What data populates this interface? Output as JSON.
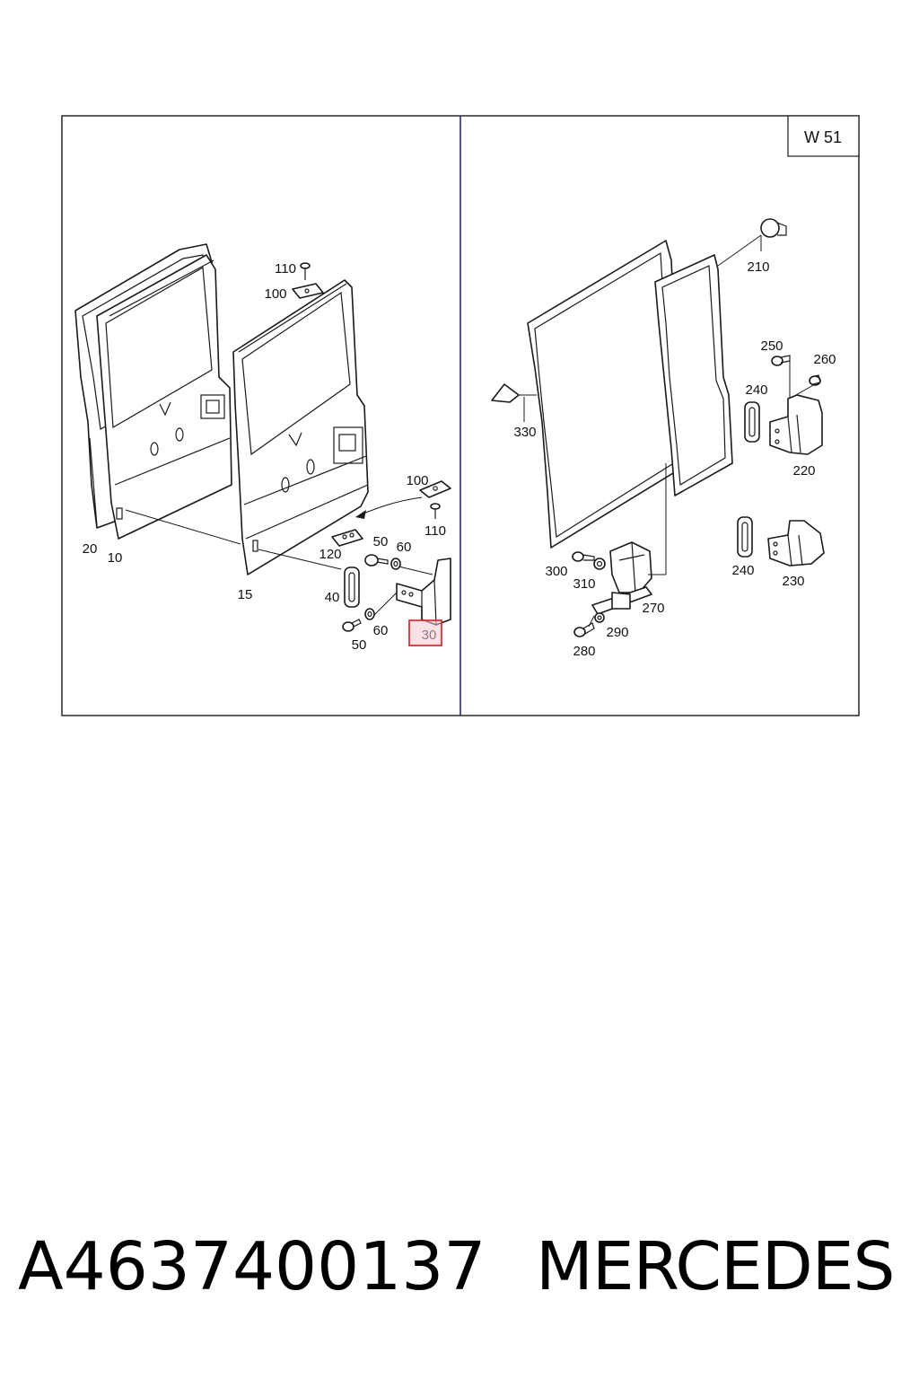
{
  "diagram": {
    "page_code": "W 51",
    "highlighted_callout": "30",
    "highlight_color": "#e0303a",
    "highlight_fill": "#f6c9cc",
    "callouts": {
      "c20": "20",
      "c10": "10",
      "c15": "15",
      "c110_top": "110",
      "c100_top": "100",
      "c100_mid": "100",
      "c110_mid": "110",
      "c120": "120",
      "c50_top": "50",
      "c60_top": "60",
      "c40": "40",
      "c60_bot": "60",
      "c50_bot": "50",
      "c30": "30",
      "c210": "210",
      "c250": "250",
      "c260": "260",
      "c240_top": "240",
      "c220": "220",
      "c330": "330",
      "c300": "300",
      "c310": "310",
      "c270": "270",
      "c240_bot": "240",
      "c230": "230",
      "c280": "280",
      "c290": "290"
    }
  },
  "footer": {
    "part_number": "A4637400137",
    "brand": "MERCEDES"
  }
}
